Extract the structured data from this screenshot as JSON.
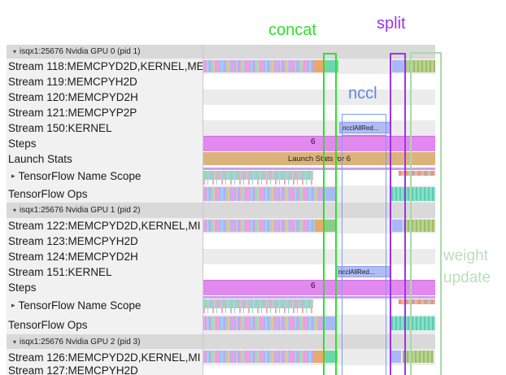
{
  "annotations": {
    "concat": "concat",
    "split": "split",
    "nccl": "nccl",
    "weight_line1": "weight",
    "weight_line2": "update"
  },
  "colors": {
    "concat_green": "#2fe02f",
    "split_purple": "#9a35e8",
    "nccl_blue": "#5b87e8",
    "weight_update_green": "#b9e0b9",
    "steps_bar": "#e289f0",
    "launch_stats_bar": "#dcb27b",
    "nccl_kernel_bar": "#b0bcf4"
  },
  "bars": {
    "steps_value": "6",
    "launch_stats_text": "Launch Stats for 6",
    "nccl_kernel_text": "ncclAllRed..."
  },
  "rows": [
    {
      "type": "header",
      "label": "isqx1:25676 Nvidia GPU 0 (pid 1)"
    },
    {
      "type": "stream",
      "label": "Stream 118:MEMCPYD2D,KERNEL,ME"
    },
    {
      "type": "stream",
      "label": "Stream 119:MEMCPYH2D"
    },
    {
      "type": "stream",
      "label": "Stream 120:MEMCPYD2H"
    },
    {
      "type": "stream",
      "label": "Stream 121:MEMCPYP2P"
    },
    {
      "type": "stream",
      "label": "Stream 150:KERNEL"
    },
    {
      "type": "steps",
      "label": "Steps"
    },
    {
      "type": "launch",
      "label": "Launch Stats"
    },
    {
      "type": "namescope",
      "label": "TensorFlow Name Scope"
    },
    {
      "type": "ops",
      "label": "TensorFlow Ops"
    },
    {
      "type": "header",
      "label": "isqx1:25676 Nvidia GPU 1 (pid 2)"
    },
    {
      "type": "stream",
      "label": "Stream 122:MEMCPYD2D,KERNEL,MI"
    },
    {
      "type": "stream",
      "label": "Stream 123:MEMCPYH2D"
    },
    {
      "type": "stream",
      "label": "Stream 124:MEMCPYD2H"
    },
    {
      "type": "stream",
      "label": "Stream 151:KERNEL"
    },
    {
      "type": "steps",
      "label": "Steps"
    },
    {
      "type": "namescope",
      "label": "TensorFlow Name Scope"
    },
    {
      "type": "ops",
      "label": "TensorFlow Ops"
    },
    {
      "type": "header",
      "label": "isqx1:25676 Nvidia GPU 2 (pid 3)"
    },
    {
      "type": "stream",
      "label": "Stream 126:MEMCPYD2D,KERNEL,MI"
    },
    {
      "type": "stream",
      "label": "Stream 127:MEMCPYH2D"
    }
  ],
  "icons": {
    "collapse_triangle": "▾",
    "expand_triangle": "▸"
  }
}
